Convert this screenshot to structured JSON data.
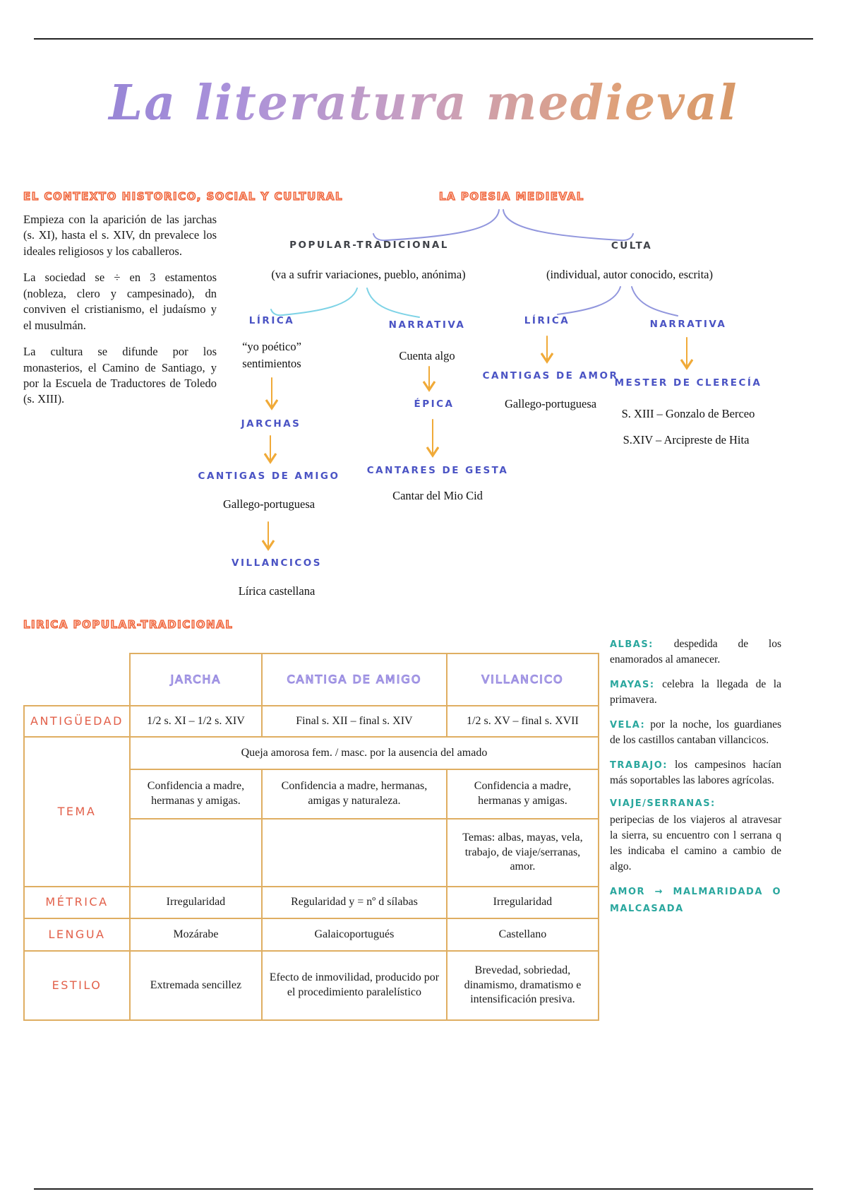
{
  "page": {
    "title": "La literatura medieval"
  },
  "colors": {
    "heading_red": "#ef5a2e",
    "tree_blue": "#4a53c4",
    "tree_dark": "#3f4248",
    "table_border": "#dfae62",
    "table_header_purple": "#978ae0",
    "row_header_red": "#e2604a",
    "sidebar_teal": "#2aa79e",
    "arrow_orange": "#f0aa38",
    "brace_purple": "#9196dd",
    "brace_cyan": "#7ed3e6"
  },
  "context_section": {
    "heading": "EL CONTEXTO HISTORICO, SOCIAL Y CULTURAL",
    "paragraphs": [
      "Empieza con la aparición de las jarchas (s. XI), hasta el s. XIV, dn prevalece los ideales religiosos y los caballeros.",
      "La sociedad se ÷ en 3 estamentos (nobleza, clero y campesinado), dn conviven el cristianismo, el judaísmo y el musulmán.",
      "La cultura se difunde por los monasterios, el Camino de Santiago, y por la Escuela de Traductores de Toledo (s. XIII)."
    ]
  },
  "poetry_tree": {
    "heading": "LA POESIA MEDIEVAL",
    "popular": {
      "label": "POPULAR-TRADICIONAL",
      "subtitle": "(va a sufrir variaciones, pueblo, anónima)",
      "lirica": {
        "label": "LÍRICA",
        "desc1": "“yo poético”",
        "desc2": "sentimientos",
        "node1": "JARCHAS",
        "node2": "CANTIGAS DE AMIGO",
        "node2_sub": "Gallego-portuguesa",
        "node3": "VILLANCICOS",
        "node3_sub": "Lírica castellana"
      },
      "narrativa": {
        "label": "NARRATIVA",
        "desc": "Cuenta algo",
        "node1": "ÉPICA",
        "node2": "CANTARES DE GESTA",
        "node2_sub": "Cantar del Mio Cid"
      }
    },
    "culta": {
      "label": "CULTA",
      "subtitle": "(individual, autor conocido, escrita)",
      "lirica": {
        "label": "LÍRICA",
        "node1": "CANTIGAS DE AMOR",
        "node1_sub": "Gallego-portuguesa"
      },
      "narrativa": {
        "label": "NARRATIVA",
        "node1": "MESTER DE CLERECÍA",
        "line1": "S. XIII – Gonzalo de Berceo",
        "line2": "S.XIV – Arcipreste de Hita"
      }
    }
  },
  "table_section": {
    "heading": "LIRICA POPULAR-TRADICIONAL",
    "columns": [
      "JARCHA",
      "CANTIGA DE AMIGO",
      "VILLANCICO"
    ],
    "rows": {
      "antiguedad": {
        "label": "ANTIGÜEDAD",
        "values": [
          "1/2 s. XI – 1/2 s. XIV",
          "Final s. XII – final s. XIV",
          "1/2 s. XV – final s. XVII"
        ]
      },
      "tema": {
        "label": "TEMA",
        "shared": "Queja amorosa fem. / masc. por la ausencia del amado",
        "values": [
          "Confidencia a madre, hermanas y amigas.",
          "Confidencia a madre, hermanas, amigas y naturaleza.",
          "Confidencia a madre, hermanas y amigas."
        ],
        "villancico_extra": "Temas: albas, mayas, vela, trabajo, de viaje/serranas, amor."
      },
      "metrica": {
        "label": "MÉTRICA",
        "values": [
          "Irregularidad",
          "Regularidad y = nº d sílabas",
          "Irregularidad"
        ]
      },
      "lengua": {
        "label": "LENGUA",
        "values": [
          "Mozárabe",
          "Galaicoportugués",
          "Castellano"
        ]
      },
      "estilo": {
        "label": "ESTILO",
        "values": [
          "Extremada sencillez",
          "Efecto de inmovilidad, producido por el procedimiento paralelístico",
          "Brevedad, sobriedad, dinamismo, dramatismo e intensificación presiva."
        ]
      }
    }
  },
  "sidebar": {
    "entries": [
      {
        "term": "ALBAS:",
        "definition": "despedida de los enamorados al amanecer."
      },
      {
        "term": "MAYAS:",
        "definition": "celebra la llegada de la primavera."
      },
      {
        "term": "VELA:",
        "definition": "por la noche, los guardianes de los castillos cantaban villancicos."
      },
      {
        "term": "TRABAJO:",
        "definition": "los campesinos hacían más soportables las labores agrícolas."
      },
      {
        "term": "VIAJE/SERRANAS:",
        "definition": "peripecias de los viajeros al atravesar la sierra, su encuentro con l serrana q les indicaba el camino a cambio de algo."
      },
      {
        "term": "AMOR → MALMARIDADA O MALCASADA",
        "definition": ""
      }
    ]
  }
}
